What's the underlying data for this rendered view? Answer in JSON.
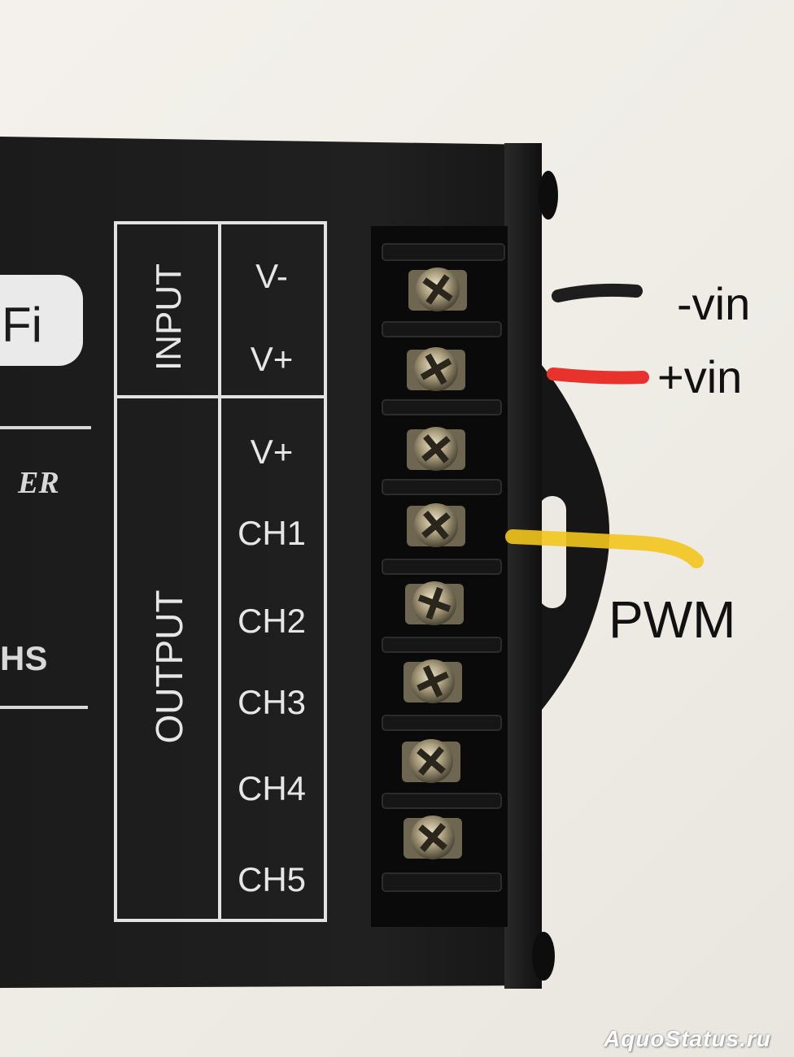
{
  "device": {
    "badge_text": "Fi",
    "brand_fragment": "ER",
    "model_fragment": "HS",
    "input_section_label": "INPUT",
    "output_section_label": "OUTPUT",
    "terminals": [
      "V-",
      "V+",
      "V+",
      "CH1",
      "CH2",
      "CH3",
      "CH4",
      "CH5"
    ]
  },
  "annotations": {
    "neg_vin": "-vin",
    "pos_vin": "+vin",
    "pwm": "PWM",
    "colors": {
      "neg_wire": "#1e1e1e",
      "pos_wire": "#e8332c",
      "pwm_wire": "#f2c51c"
    }
  },
  "watermark": "AquoStatus.ru"
}
